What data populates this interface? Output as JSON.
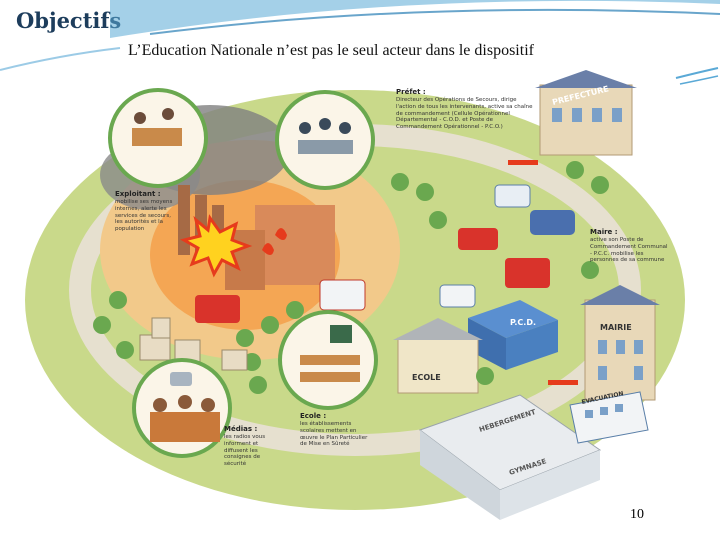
{
  "slide": {
    "title": "Objectifs",
    "subtitle": "L’Education Nationale n’est pas le seul acteur dans le dispositif",
    "page_number": "10"
  },
  "illustration": {
    "buildings": {
      "prefecture": "PREFECTURE",
      "mairie": "MAIRIE",
      "ecole": "ECOLE",
      "pcd": "P.C.D.",
      "hebergement": "HEBERGEMENT",
      "gymnase": "GYMNASE",
      "evacuation": "EVACUATION"
    },
    "captions": {
      "prefet": {
        "title": "Préfet :",
        "text": "Directeur des Opérations de Secours, dirige l'action de tous les intervenants, active sa chaîne de commandement (Cellule Opérationnel Départemental - C.O.D. et Poste de Commandement Opérationnel - P.C.O.)"
      },
      "exploitant": {
        "title": "Exploitant :",
        "text": "mobilise ses moyens internes, alerte les services de secours, les autorités et la population"
      },
      "maire": {
        "title": "Maire :",
        "text": "active son Poste de Commandement Communal - P.C.C. mobilise les personnes de sa commune"
      },
      "ecole": {
        "title": "Ecole :",
        "text": "les établissements scolaires mettent en œuvre le Plan Particulier de Mise en Sûreté"
      },
      "medias": {
        "title": "Médias :",
        "text": "les radios vous informent et diffusent les consignes de sécurité"
      }
    }
  },
  "colors": {
    "title": "#1d3d5c",
    "ground_outer": "#c9d98a",
    "ground_inner": "#f2c98a",
    "danger_zone": "#f5a04a",
    "road": "#e6e0cf",
    "smoke": "#7f7f7f"
  }
}
